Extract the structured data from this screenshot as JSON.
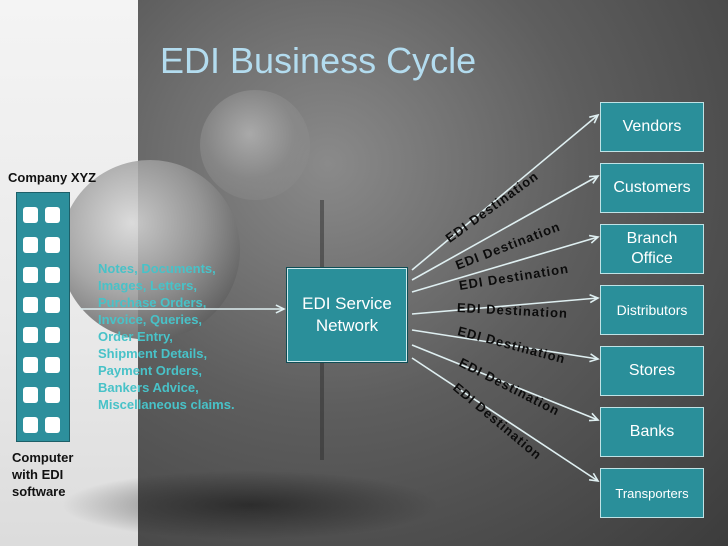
{
  "title": "EDI Business Cycle",
  "company_label": "Company XYZ",
  "computer_label": [
    "Computer",
    "with EDI",
    "software"
  ],
  "documents": [
    "Notes, Documents,",
    "Images, Letters,",
    "Purchase Orders,",
    "Invoice, Queries,",
    "Order Entry,",
    "Shipment Details,",
    "Payment Orders,",
    "Bankers Advice,",
    "Miscellaneous claims."
  ],
  "network": [
    "EDI Service",
    "Network"
  ],
  "edge_label": "EDI Destination",
  "destinations": [
    {
      "name": "vendors",
      "label": [
        "Vendors"
      ]
    },
    {
      "name": "customers",
      "label": [
        "Customers"
      ]
    },
    {
      "name": "branch-office",
      "label": [
        "Branch",
        "Office"
      ]
    },
    {
      "name": "distributors",
      "label": [
        "Distributors"
      ]
    },
    {
      "name": "stores",
      "label": [
        "Stores"
      ]
    },
    {
      "name": "banks",
      "label": [
        "Banks"
      ]
    },
    {
      "name": "transporters",
      "label": [
        "Transporters"
      ]
    }
  ],
  "colors": {
    "title": "#b3dcef",
    "box_fill": "#2a8f9a",
    "box_border": "#bfe3e6",
    "document_text": "#48c2c8",
    "arrow": "#dfeff1"
  }
}
